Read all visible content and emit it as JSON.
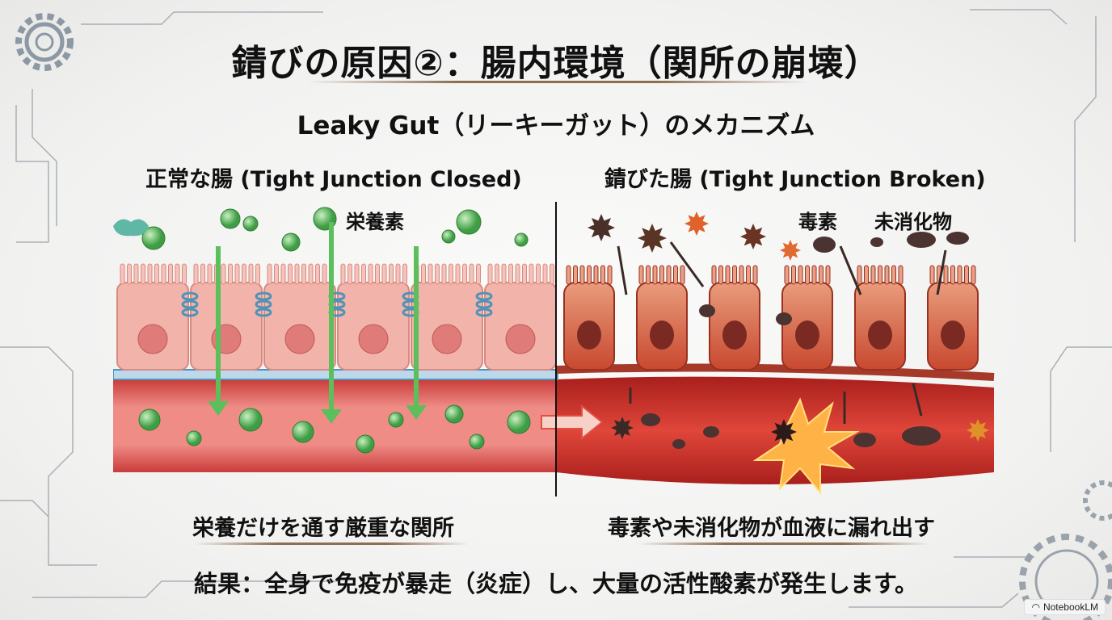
{
  "title": "錆びの原因②：腸内環境（関所の崩壊）",
  "subtitle": "Leaky Gut（リーキーガット）のメカニズム",
  "left_panel": {
    "heading": "正常な腸 (Tight Junction Closed)",
    "label_nutrients": "栄養素",
    "caption": "栄養だけを通す厳重な関所"
  },
  "right_panel": {
    "heading": "錆びた腸 (Tight Junction Broken)",
    "label_toxins": "毒素",
    "label_undigested": "未消化物",
    "caption": "毒素や未消化物が血液に漏れ出す"
  },
  "result": "結果：全身で免疫が暴走（炎症）し、大量の活性酸素が発生します。",
  "badge": {
    "icon": "notebooklm-logo-icon",
    "label": "NotebookLM"
  },
  "colors": {
    "healthy_cell": "#f2b4aa",
    "damaged_cell": "#d9583a",
    "vessel": "#d9534f",
    "nutrient": "#5cbf5c",
    "junction": "#4f93b8",
    "toxin": "#4a3028"
  }
}
